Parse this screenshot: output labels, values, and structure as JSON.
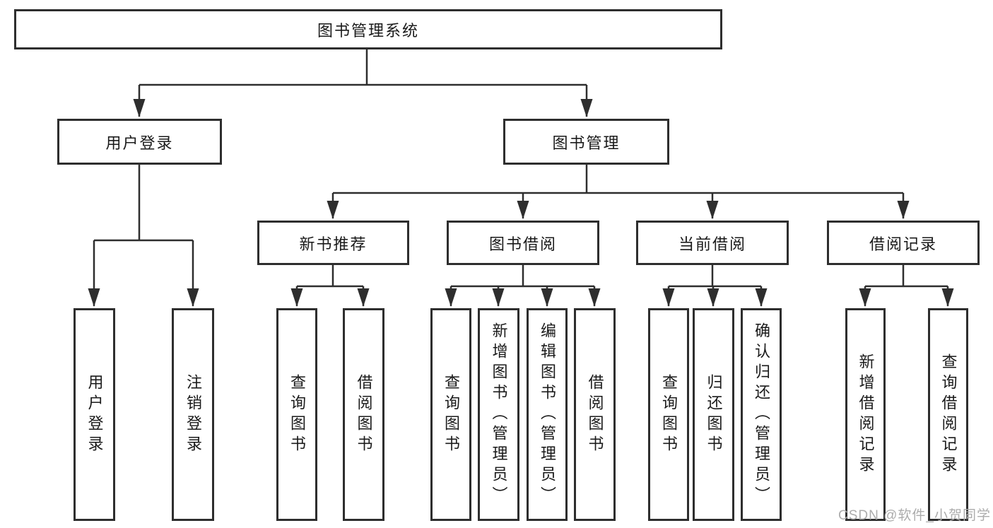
{
  "diagram": {
    "root": {
      "label": "图书管理系统"
    },
    "level2": [
      {
        "label": "用户登录",
        "children": [
          {
            "label": "用户登录"
          },
          {
            "label": "注销登录"
          }
        ]
      },
      {
        "label": "图书管理",
        "children": [
          {
            "label": "新书推荐",
            "children": [
              {
                "label": "查询图书"
              },
              {
                "label": "借阅图书"
              }
            ]
          },
          {
            "label": "图书借阅",
            "children": [
              {
                "label": "查询图书"
              },
              {
                "label": "新增图书（管理员）"
              },
              {
                "label": "编辑图书（管理员）"
              },
              {
                "label": "借阅图书"
              }
            ]
          },
          {
            "label": "当前借阅",
            "children": [
              {
                "label": "查询图书"
              },
              {
                "label": "归还图书"
              },
              {
                "label": "确认归还（管理员）"
              }
            ]
          },
          {
            "label": "借阅记录",
            "children": [
              {
                "label": "新增借阅记录"
              },
              {
                "label": "查询借阅记录"
              }
            ]
          }
        ]
      }
    ]
  },
  "watermark": {
    "text": "CSDN @软件_小贺同学"
  },
  "colors": {
    "line": "#2e2e2e",
    "box_border": "#2e2e2e",
    "text": "#1a1a1a",
    "box_background": "#ffffff",
    "page_background": "#ffffff",
    "watermark": "#acacac"
  }
}
